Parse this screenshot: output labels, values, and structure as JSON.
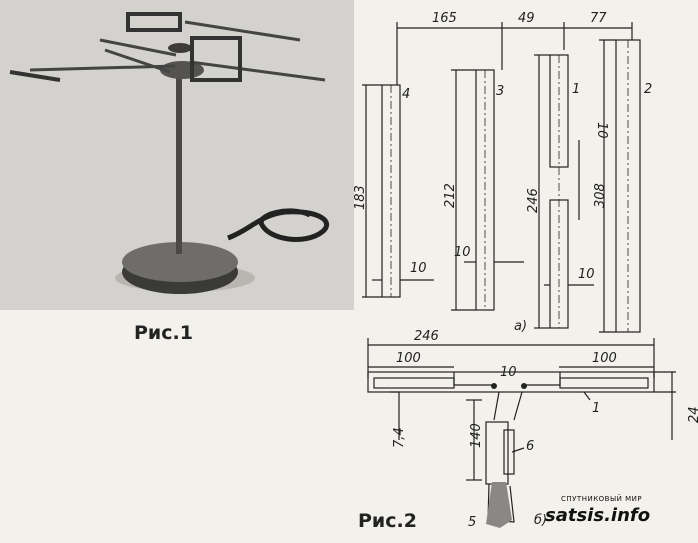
{
  "figure1": {
    "caption": "Рис.1"
  },
  "figure2": {
    "caption": "Рис.2",
    "part_a": {
      "label": "а)",
      "top_dims": [
        "165",
        "49",
        "77"
      ],
      "elements": [
        {
          "number": "4",
          "length": "183",
          "width": "10"
        },
        {
          "number": "3",
          "length": "212",
          "width": "10"
        },
        {
          "number": "1",
          "length": "246",
          "gap": "10",
          "width": "10"
        },
        {
          "number": "2",
          "length": "308"
        }
      ]
    },
    "part_b": {
      "label": "б)",
      "total": "246",
      "left_arm": "100",
      "right_arm": "100",
      "center_gap": "10",
      "left_height": "7,4",
      "right_height": "24",
      "feed_length": "140",
      "part_labels": [
        "1",
        "5",
        "6"
      ]
    }
  },
  "watermark": {
    "top_text": "СПУТНИКОВЫЙ МИР",
    "main_text": "satsis.info"
  }
}
